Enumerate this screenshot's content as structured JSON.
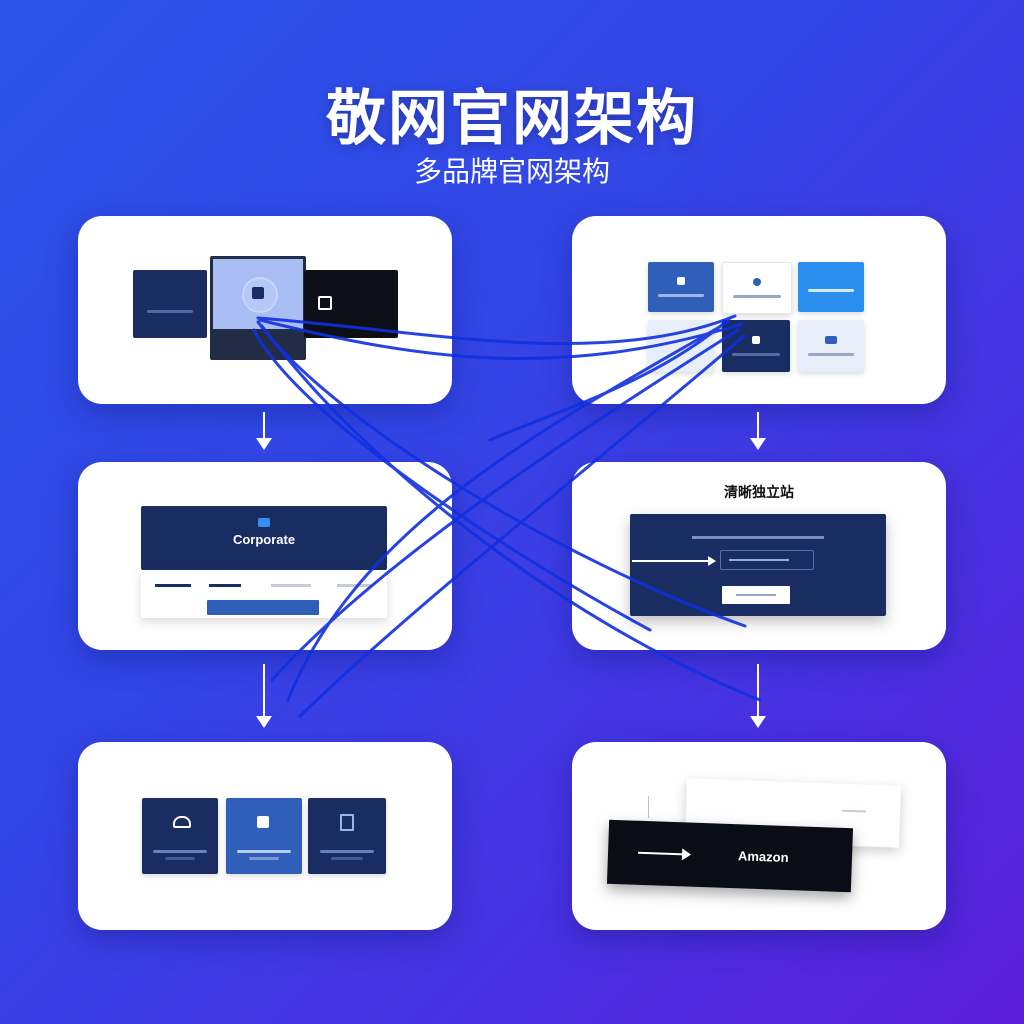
{
  "header": {
    "title": "敬网官网架构",
    "subtitle": "多品牌官网架构"
  },
  "cards": {
    "top_left": {
      "panel_left_text": "",
      "panel_right_text": ""
    },
    "mid_left": {
      "banner_title": "Corporate",
      "button_text": ""
    },
    "mid_right": {
      "heading": "清晰独立站"
    },
    "bottom_right": {
      "sheet_text": "",
      "bar_text": "Amazon"
    }
  },
  "colors": {
    "navy": "#1a2d63",
    "accent_blue": "#2f5fb8",
    "bright_blue": "#2b8ff0",
    "curve_blue": "#1030e0"
  }
}
